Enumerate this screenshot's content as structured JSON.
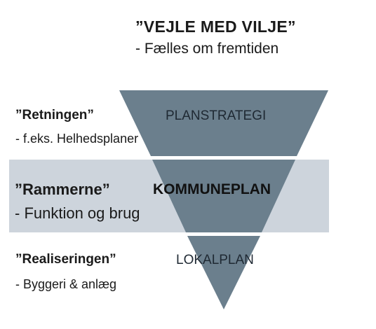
{
  "header": {
    "title": "”VEJLE MED VILJE”",
    "subtitle": "- Fælles om fremtiden"
  },
  "levels": [
    {
      "name": "”Retningen”",
      "description": "- f.eks. Helhedsplaner",
      "level": "PLANSTRATEGI"
    },
    {
      "name": "”Rammerne”",
      "description": "- Funktion og brug",
      "level": "KOMMUNEPLAN"
    },
    {
      "name": "”Realiseringen”",
      "description": "- Byggeri & anlæg",
      "level": "LOKALPLAN"
    }
  ],
  "colors": {
    "funnel": "#6b7f8d",
    "highlight_band": "#cdd4dc",
    "text": "#1a1a1a"
  }
}
